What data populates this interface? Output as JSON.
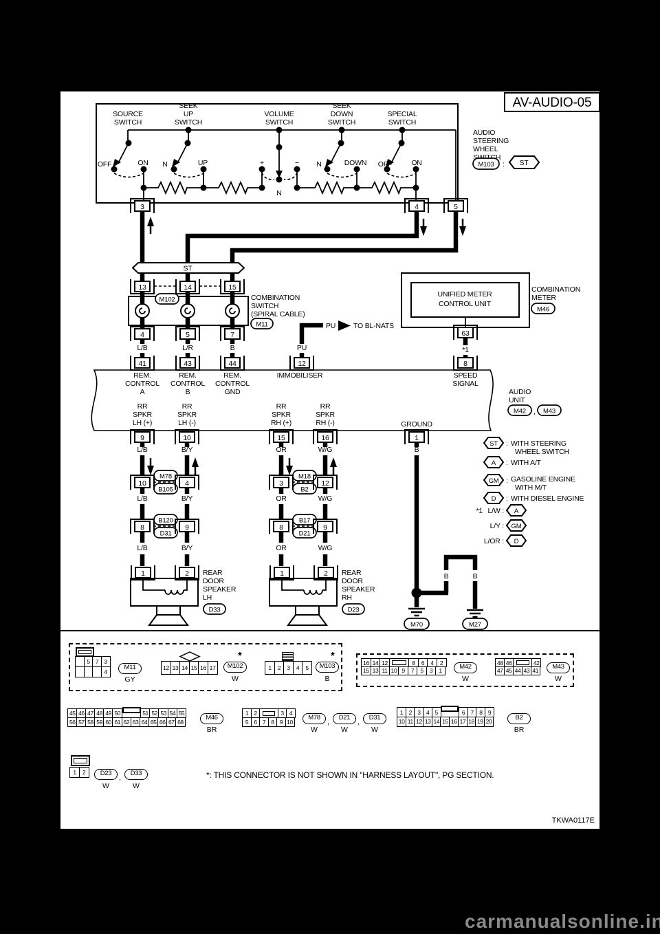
{
  "title": "AV-AUDIO-05",
  "punct": {
    "comma": ",",
    "colon": ":"
  },
  "header": {
    "unit_label": [
      "AUDIO",
      "STEERING",
      "WHEEL",
      "SWITCH"
    ],
    "connector": "M103",
    "tag": "ST"
  },
  "switches": {
    "names": [
      [
        "SOURCE",
        "SWITCH"
      ],
      [
        "SEEK",
        "UP",
        "SWITCH"
      ],
      [
        "VOLUME",
        "SWITCH"
      ],
      [
        "SEEK",
        "DOWN",
        "SWITCH"
      ],
      [
        "SPECIAL",
        "SWITCH"
      ]
    ],
    "contacts": {
      "source": [
        "OFF",
        "ON"
      ],
      "seek_up": [
        "N",
        "UP"
      ],
      "volume": [
        "+",
        "−",
        "N"
      ],
      "seek_down": [
        "N",
        "DOWN"
      ],
      "special": [
        "OFF",
        "ON"
      ]
    }
  },
  "pins": {
    "switch_out": [
      "3",
      "4",
      "5"
    ],
    "spiral_top": [
      "13",
      "14",
      "15"
    ],
    "spiral_bottom": [
      "4",
      "5",
      "7"
    ],
    "meter_out": "63",
    "audio_top": [
      "41",
      "43",
      "44",
      "12",
      "8"
    ],
    "audio_bottom": [
      "9",
      "10",
      "15",
      "16",
      "1"
    ],
    "mid_left": [
      "10",
      "4"
    ],
    "mid_right": [
      "3",
      "12"
    ],
    "low_left": [
      "8",
      "9"
    ],
    "low_right": [
      "8",
      "9"
    ],
    "spk_lh": [
      "1",
      "2"
    ],
    "spk_rh": [
      "1",
      "2"
    ]
  },
  "banner_st": "ST",
  "tags": {
    "m102": "M102",
    "m11": "M11",
    "m46": "M46",
    "m42": "M42",
    "m43": "M43",
    "m78": "M78",
    "b105": "B105",
    "m18": "M18",
    "b2": "B2",
    "b120": "B120",
    "d31": "D31",
    "b17": "B17",
    "d21": "D21",
    "d33": "D33",
    "d23": "D23",
    "m70": "M70",
    "m27": "M27"
  },
  "comb_switch": [
    "COMBINATION",
    "SWITCH",
    "(SPIRAL CABLE)"
  ],
  "meter": {
    "unit": [
      "UNIFIED METER",
      "CONTROL UNIT"
    ],
    "label": [
      "COMBINATION",
      "METER"
    ]
  },
  "audio_unit": {
    "label": [
      "AUDIO",
      "UNIT"
    ],
    "top_labels": [
      [
        "REM.",
        "CONTROL",
        "A"
      ],
      [
        "REM.",
        "CONTROL",
        "B"
      ],
      [
        "REM.",
        "CONTROL",
        "GND"
      ],
      [
        "IMMOBILISER"
      ],
      [
        "SPEED",
        "SIGNAL"
      ]
    ],
    "bottom_labels": [
      [
        "RR",
        "SPKR",
        "LH (+)"
      ],
      [
        "RR",
        "SPKR",
        "LH (-)"
      ],
      [
        "RR",
        "SPKR",
        "RH (+)"
      ],
      [
        "RR",
        "SPKR",
        "RH (-)"
      ]
    ],
    "ground": "GROUND"
  },
  "wires": {
    "row1": [
      "L/B",
      "L/R",
      "B"
    ],
    "pu": "PU",
    "pu_note": "TO BL-NATS",
    "star1": "*1",
    "row2": [
      "L/B",
      "B/Y",
      "OR",
      "W/G",
      "B"
    ],
    "row3": [
      "L/B",
      "B/Y",
      "OR",
      "W/G"
    ],
    "row4": [
      "L/B",
      "B/Y",
      "OR",
      "W/G"
    ],
    "ground_b": [
      "B",
      "B"
    ]
  },
  "speakers": {
    "lh": [
      "REAR",
      "DOOR",
      "SPEAKER",
      "LH"
    ],
    "rh": [
      "REAR",
      "DOOR",
      "SPEAKER",
      "RH"
    ]
  },
  "legend": {
    "items": [
      {
        "tag": "ST",
        "lines": [
          "WITH STEERING",
          "WHEEL SWITCH"
        ]
      },
      {
        "tag": "A",
        "lines": [
          "WITH A/T"
        ]
      },
      {
        "tag": "GM",
        "lines": [
          "GASOLINE ENGINE",
          "WITH M/T"
        ]
      },
      {
        "tag": "D",
        "lines": [
          "WITH DIESEL ENGINE"
        ]
      }
    ],
    "star_rows": [
      {
        "prefix": "*1",
        "wire": "L/W :",
        "tag": "A"
      },
      {
        "prefix": "",
        "wire": "L/Y :",
        "tag": "GM"
      },
      {
        "prefix": "",
        "wire": "L/OR :",
        "tag": "D"
      }
    ]
  },
  "blocks": {
    "m11": {
      "grid": {
        "cw": 14,
        "ch": 16,
        "rows": [
          [
            "",
            "5",
            "7",
            "3"
          ],
          [
            "",
            "",
            "",
            "4"
          ]
        ]
      },
      "label": "M11",
      "color": "GY"
    },
    "m102": {
      "grid": {
        "cw": 15,
        "ch": 20,
        "rows": [
          [
            "12",
            "13",
            "14",
            "15",
            "16",
            "17"
          ]
        ]
      },
      "label": "M102",
      "color": "W",
      "star": "*"
    },
    "m103": {
      "grid": {
        "cw": 15,
        "ch": 20,
        "rows": [
          [
            "1",
            "2",
            "3",
            "4",
            "5"
          ]
        ]
      },
      "label": "M103",
      "color": "B",
      "star": "*"
    },
    "m42": {
      "grid": {
        "cw": 15,
        "ch": 13,
        "rows": [
          [
            "16",
            "14",
            "12",
            {
              "w": 30,
              "box": true
            },
            "8",
            "6",
            "4",
            "2"
          ],
          [
            "15",
            "13",
            "11",
            "10",
            "9",
            "7",
            "5",
            "3",
            "1"
          ]
        ]
      },
      "label": "M42",
      "color": "W"
    },
    "m43": {
      "grid": {
        "cw": 14.4,
        "ch": 13,
        "rows": [
          [
            "48",
            "46",
            {
              "w": 28.8,
              "box": true
            },
            "42"
          ],
          [
            "47",
            "45",
            "44",
            "43",
            "41"
          ]
        ]
      },
      "label": "M43",
      "color": "W"
    },
    "m46": {
      "grid": {
        "cw": 14.6,
        "ch": 14,
        "rows": [
          [
            "45",
            "46",
            "47",
            "48",
            "49",
            "50",
            {
              "w": 29.2,
              "tab": true
            },
            "51",
            "52",
            "53",
            "54",
            "55"
          ],
          [
            "56",
            "57",
            "58",
            "59",
            "60",
            "61",
            "62",
            "63",
            "64",
            "65",
            "66",
            "67",
            "68"
          ]
        ]
      },
      "label": "M46",
      "color": "BR"
    },
    "m78": {
      "grid": {
        "cw": 14,
        "ch": 14,
        "rows": [
          [
            "1",
            "2",
            {
              "w": 28,
              "box": true
            },
            "3",
            "4"
          ],
          [
            "5",
            "6",
            "7",
            "8",
            "9",
            "10"
          ]
        ]
      },
      "labels": [
        "M78",
        "D21",
        "D31"
      ],
      "colors": [
        "W",
        "W",
        "W"
      ]
    },
    "b2": {
      "grid": {
        "cw": 14.2,
        "ch": 15,
        "rows": [
          [
            "1",
            "2",
            "3",
            "4",
            "5",
            {
              "w": 28,
              "tab": true
            },
            "6",
            "7",
            "8",
            "9"
          ],
          [
            "10",
            "11",
            "12",
            "13",
            "14",
            "15",
            "16",
            "17",
            "18",
            "19",
            "20"
          ]
        ]
      },
      "label": "B2",
      "color": "BR"
    },
    "d2x": {
      "grid": {
        "cw": 15,
        "ch": 16,
        "rows": [
          [
            "1",
            "2"
          ]
        ]
      },
      "labels": [
        "D23",
        "D33"
      ],
      "colors": [
        "W",
        "W"
      ]
    }
  },
  "note": "*: THIS CONNECTOR IS NOT SHOWN IN \"HARNESS LAYOUT\", PG SECTION.",
  "doc_code": "TKWA0117E",
  "watermark": "carmanualsonline.info"
}
